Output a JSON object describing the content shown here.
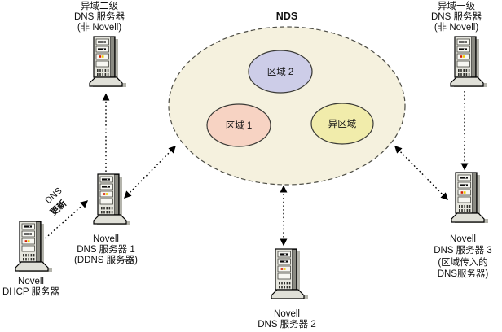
{
  "diagram": {
    "title": "NDS",
    "nds_cloud": {
      "label": "NDS",
      "fill": "#f5f1de",
      "stroke": "#4c4c44",
      "zones": [
        {
          "id": "zone-2",
          "label": "区域 2",
          "fill": "#cdcde8",
          "stroke": "#3a3a36"
        },
        {
          "id": "zone-1",
          "label": "区域 1",
          "fill": "#f7d3c3",
          "stroke": "#3a3a36"
        },
        {
          "id": "foreign-zone",
          "label": "异区域",
          "fill": "#f1ecab",
          "stroke": "#3a3a36"
        }
      ]
    },
    "servers": [
      {
        "id": "foreign-secondary-dns",
        "lines": [
          "异域二级",
          "DNS 服务器",
          "(非 Novell)"
        ]
      },
      {
        "id": "foreign-primary-dns",
        "lines": [
          "异域一级",
          "DNS 服务器",
          "(非 Novell)"
        ]
      },
      {
        "id": "novell-dns-server-1",
        "lines": [
          "Novell",
          "DNS 服务器 1",
          "(DDNS 服务器)"
        ]
      },
      {
        "id": "novell-dhcp-server",
        "lines": [
          "Novell",
          "DHCP 服务器"
        ]
      },
      {
        "id": "novell-dns-server-2",
        "lines": [
          "Novell",
          "DNS 服务器 2"
        ]
      },
      {
        "id": "novell-dns-server-3",
        "lines": [
          "Novell",
          "DNS 服务器 3",
          "(区域传入的",
          "DNS服务器)"
        ]
      }
    ],
    "annotations": {
      "dns_update_line1": "DNS",
      "dns_update_line2": "更新"
    }
  }
}
